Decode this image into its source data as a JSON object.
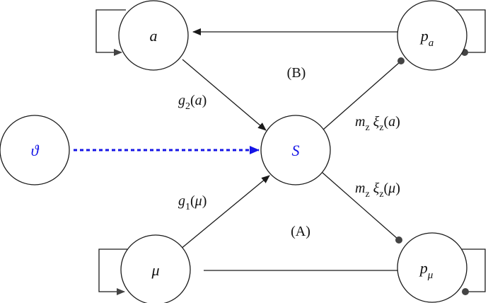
{
  "colors": {
    "stroke": "#1a1a1a",
    "text": "#111111",
    "highlight": "#1515e6",
    "inhibitor_dot": "#444444"
  },
  "nodes": {
    "a": {
      "label": "a"
    },
    "pa": {
      "label_main": "p",
      "label_sub": "a"
    },
    "theta": {
      "label": "ϑ"
    },
    "S": {
      "label": "S"
    },
    "mu": {
      "label": "μ"
    },
    "pmu": {
      "label_main": "p",
      "label_sub": "μ"
    }
  },
  "edge_labels": {
    "g2": {
      "main": "g",
      "sub": "2",
      "open": "(",
      "arg": "a",
      "close": ")"
    },
    "g1": {
      "main": "g",
      "sub": "1",
      "open": "(",
      "arg": "μ",
      "close": ")"
    },
    "mxa": {
      "m": "m",
      "msub": "z",
      "xi": "ξ",
      "xisub": "z",
      "open": "(",
      "arg": "a",
      "close": ")"
    },
    "mxmu": {
      "m": "m",
      "msub": "z",
      "xi": "ξ",
      "xisub": "z",
      "open": "(",
      "arg": "μ",
      "close": ")"
    }
  },
  "regions": {
    "B": "(B)",
    "A": "(A)"
  }
}
